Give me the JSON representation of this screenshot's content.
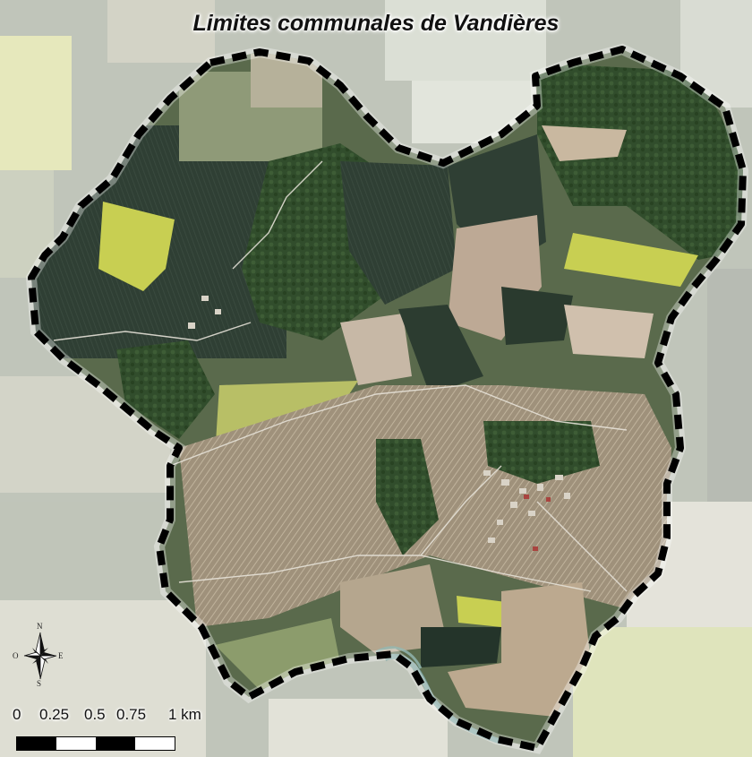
{
  "map": {
    "title": "Limites communales de Vandières",
    "compass": {
      "north": "N",
      "south": "S",
      "east": "E",
      "west": "O"
    },
    "scale": {
      "labels": [
        "0",
        "0.25",
        "0.5",
        "0.75",
        "1 km"
      ]
    },
    "boundary_style": "dashed-black",
    "colors": {
      "boundary": "#000000",
      "forest": "#2e4a2a",
      "rapeseed": "#c8cf52",
      "bare_field": "#b3a48d",
      "grass": "#8fa06b",
      "outside_tint": "#cfd2cb",
      "river": "#7aa3a0"
    }
  }
}
